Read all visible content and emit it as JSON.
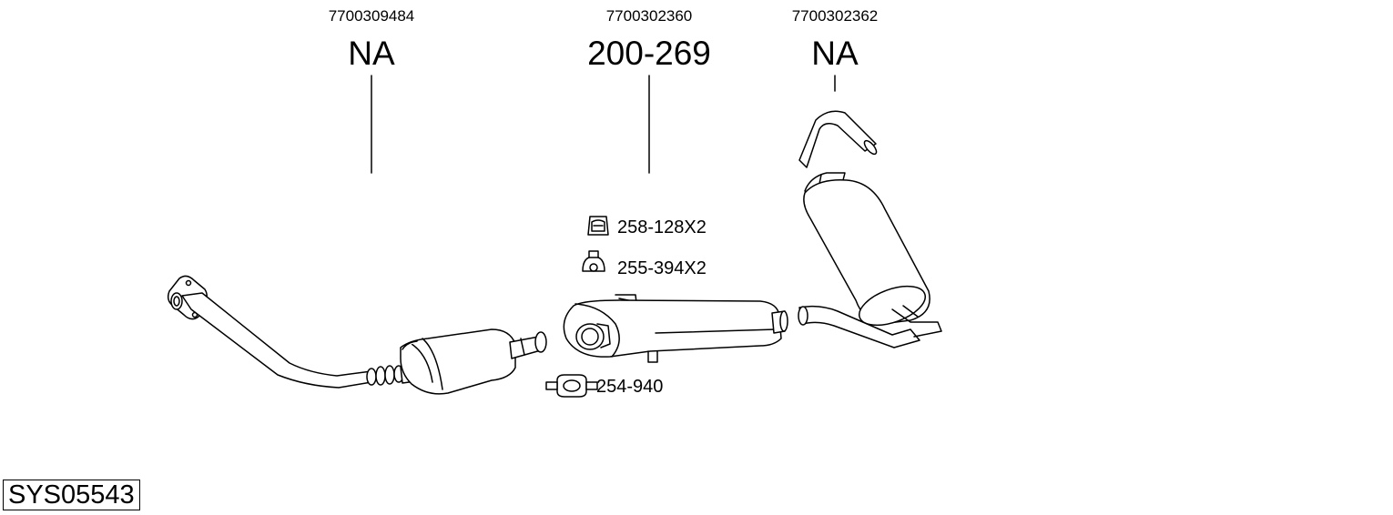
{
  "parts": [
    {
      "oem": "7700309484",
      "ref": "NA",
      "component": "front-pipe-with-catalytic-converter"
    },
    {
      "oem": "7700302360",
      "ref": "200-269",
      "component": "center-silencer"
    },
    {
      "oem": "7700302362",
      "ref": "NA",
      "component": "rear-silencer"
    }
  ],
  "accessories": [
    {
      "label": "258-128X2",
      "icon": "rubber-hanger-icon"
    },
    {
      "label": "255-394X2",
      "icon": "rubber-mount-icon"
    },
    {
      "label": "254-940",
      "icon": "pipe-clamp-icon"
    }
  ],
  "system_code": "SYS05543"
}
